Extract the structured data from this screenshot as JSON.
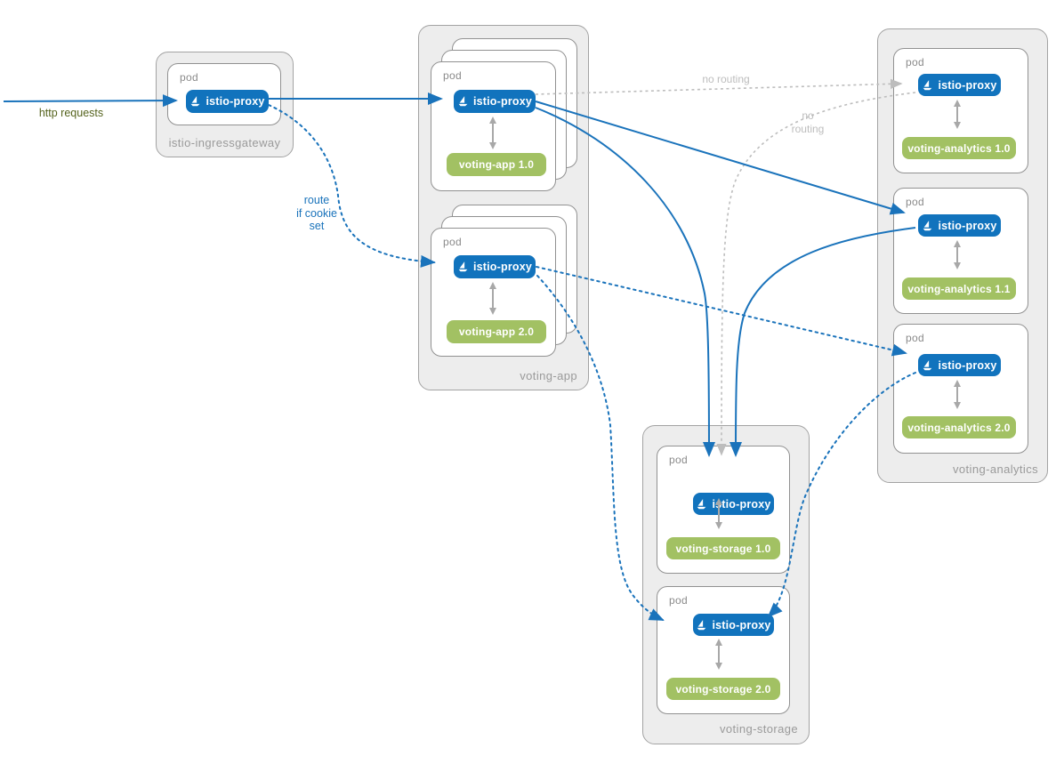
{
  "diagram": {
    "groups": [
      {
        "name": "istio-ingressgateway",
        "pods": [
          {
            "label": "pod",
            "proxy_label": "istio-proxy",
            "app_label": null
          }
        ]
      },
      {
        "name": "voting-app",
        "pods": [
          {
            "label": "pod",
            "proxy_label": "istio-proxy",
            "app_label": "voting-app 1.0",
            "stacked": true
          },
          {
            "label": "pod",
            "proxy_label": "istio-proxy",
            "app_label": "voting-app 2.0",
            "stacked": true
          }
        ]
      },
      {
        "name": "voting-analytics",
        "pods": [
          {
            "label": "pod",
            "proxy_label": "istio-proxy",
            "app_label": "voting-analytics 1.0"
          },
          {
            "label": "pod",
            "proxy_label": "istio-proxy",
            "app_label": "voting-analytics 1.1"
          },
          {
            "label": "pod",
            "proxy_label": "istio-proxy",
            "app_label": "voting-analytics 2.0"
          }
        ]
      },
      {
        "name": "voting-storage",
        "pods": [
          {
            "label": "pod",
            "proxy_label": "istio-proxy",
            "app_label": "voting-storage 1.0"
          },
          {
            "label": "pod",
            "proxy_label": "istio-proxy",
            "app_label": "voting-storage 2.0"
          }
        ]
      }
    ],
    "annotations": {
      "http_requests": "http requests",
      "route_if_cookie": {
        "line1": "route",
        "line2": "if cookie",
        "line3": "set"
      },
      "no_routing_top": "no routing",
      "no_routing_mid": {
        "line1": "no",
        "line2": "routing"
      }
    },
    "edges": [
      {
        "from": "external",
        "to": "istio-ingressgateway/istio-proxy",
        "style": "solid-blue",
        "label": "http requests"
      },
      {
        "from": "istio-ingressgateway/istio-proxy",
        "to": "voting-app 1.0/istio-proxy",
        "style": "solid-blue"
      },
      {
        "from": "istio-ingressgateway/istio-proxy",
        "to": "voting-app 2.0/istio-proxy",
        "style": "dotted-blue",
        "label": "route if cookie set"
      },
      {
        "from": "voting-app 1.0/istio-proxy",
        "to": "voting-analytics 1.0/istio-proxy",
        "style": "dashed-gray",
        "label": "no routing"
      },
      {
        "from": "voting-app 1.0/istio-proxy",
        "to": "voting-analytics 1.1/istio-proxy",
        "style": "solid-blue"
      },
      {
        "from": "voting-app 1.0/istio-proxy",
        "to": "voting-storage 1.0/istio-proxy",
        "style": "solid-blue"
      },
      {
        "from": "voting-analytics 1.1/istio-proxy",
        "to": "voting-storage 1.0/istio-proxy",
        "style": "solid-blue"
      },
      {
        "from": "voting-analytics 1.0/istio-proxy",
        "to": "voting-storage 1.0/istio-proxy",
        "style": "dashed-gray",
        "label": "no routing"
      },
      {
        "from": "voting-app 2.0/istio-proxy",
        "to": "voting-analytics 2.0/istio-proxy",
        "style": "dotted-blue"
      },
      {
        "from": "voting-app 2.0/istio-proxy",
        "to": "voting-storage 2.0/istio-proxy",
        "style": "dotted-blue"
      },
      {
        "from": "voting-analytics 2.0/istio-proxy",
        "to": "voting-storage 2.0/istio-proxy",
        "style": "dotted-blue"
      }
    ],
    "colors": {
      "proxy_blue": "#1173bd",
      "app_green": "#a2c163",
      "arrow_blue": "#1a73bb",
      "arrow_gray": "#bdbdbd",
      "double_arrow_gray": "#a8a8a8",
      "group_bg": "#ededed",
      "label_gray": "#9a9a9a",
      "http_label_olive": "#55631d"
    }
  }
}
